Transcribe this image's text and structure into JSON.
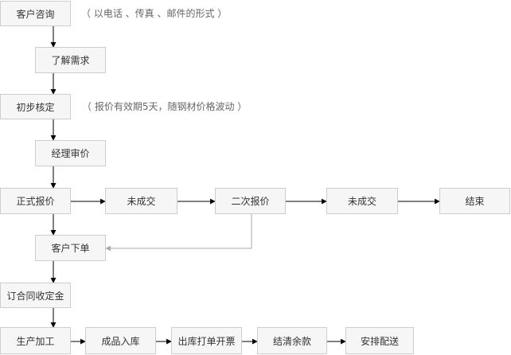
{
  "colors": {
    "box_fill": "#f6f6f6",
    "box_border": "#cdcdcd",
    "arrow_dark": "#000000",
    "arrow_light": "#aaaaaa",
    "text": "#333333",
    "note_text": "#666666"
  },
  "nodes": {
    "consult": "客户咨询",
    "needs": "了解需求",
    "initial": "初步核定",
    "manager": "经理审价",
    "formal": "正式报价",
    "nodeal1": "未成交",
    "second": "二次报价",
    "nodeal2": "未成交",
    "end": "结束",
    "order": "客户下单",
    "contract": "订合同收定金",
    "produce": "生产加工",
    "instock": "成品入库",
    "outstock": "出库打单开票",
    "settle": "结清余款",
    "delivery": "安排配送"
  },
  "notes": {
    "consult": "（ 以电话 、传真 、邮件的形式 ）",
    "initial": "（ 报价有效期5天，随钢材价格波动 ）"
  }
}
